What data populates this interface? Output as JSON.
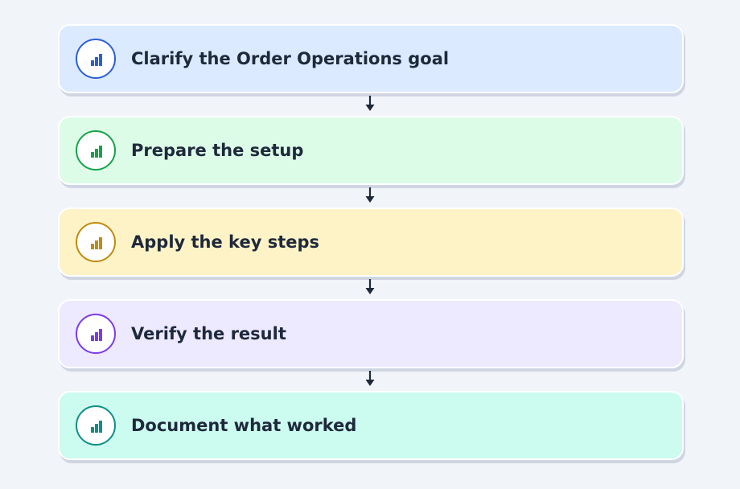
{
  "steps": [
    {
      "label": "Clarify the Order Operations goal",
      "fill": "#dbeafe",
      "accent": "#2b5fd9",
      "icon": "bar-chart-icon"
    },
    {
      "label": "Prepare the setup",
      "fill": "#dcfce7",
      "accent": "#16a34a",
      "icon": "bar-chart-icon"
    },
    {
      "label": "Apply the key steps",
      "fill": "#fef3c7",
      "accent": "#c28a0e",
      "icon": "bar-chart-icon"
    },
    {
      "label": "Verify the result",
      "fill": "#ede9fe",
      "accent": "#7c3aed",
      "icon": "bar-chart-icon"
    },
    {
      "label": "Document what worked",
      "fill": "#ccfbef",
      "accent": "#0f8f86",
      "icon": "bar-chart-icon"
    }
  ],
  "connector_color": "#1e293b"
}
